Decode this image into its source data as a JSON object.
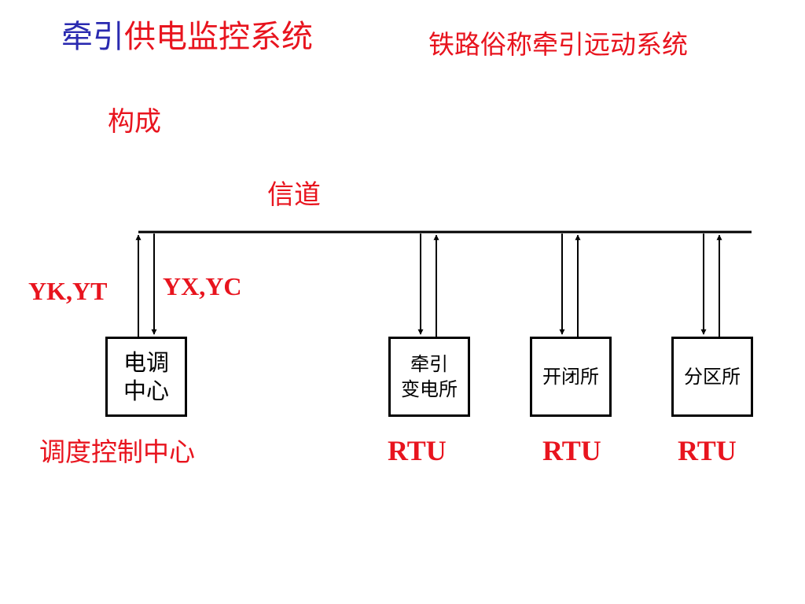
{
  "colors": {
    "title_blue": "#2a2ab0",
    "accent_red": "#e8141e",
    "line_black": "#000000"
  },
  "title": {
    "part1": "牵引",
    "part2": "供电监控系统"
  },
  "subtitle": "铁路俗称牵引远动系统",
  "labels": {
    "composition": "构成",
    "channel": "信道",
    "yk_yt": "YK,YT",
    "yx_yc": "YX,YC",
    "dispatch_center": "调度控制中心"
  },
  "nodes": [
    {
      "text": "电调\n中心",
      "caption": ""
    },
    {
      "text": "牵引\n变电所",
      "caption": "RTU"
    },
    {
      "text": "开闭所",
      "caption": "RTU"
    },
    {
      "text": "分区所",
      "caption": "RTU"
    }
  ]
}
